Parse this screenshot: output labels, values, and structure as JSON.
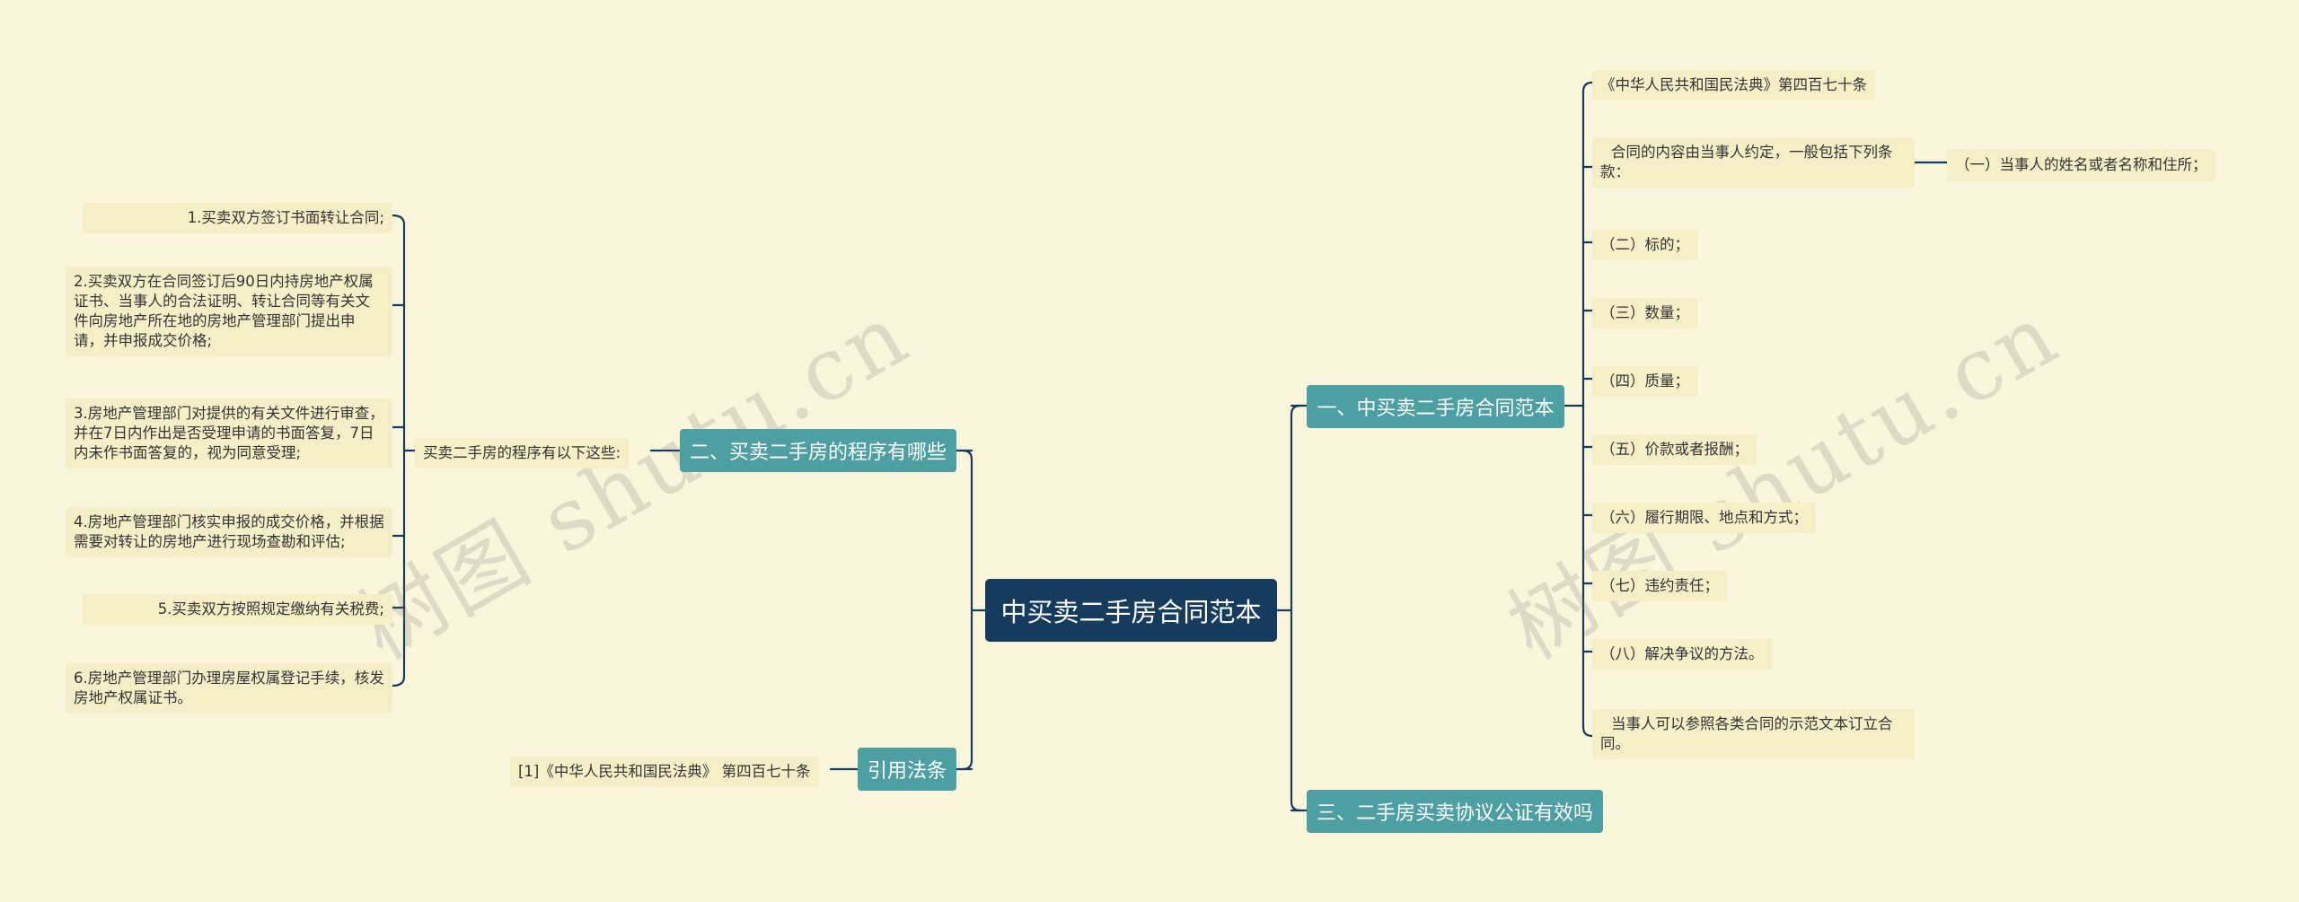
{
  "root": "中买卖二手房合同范本",
  "branches": {
    "contract_template": "一、中买卖二手房合同范本",
    "procedure": "二、买卖二手房的程序有哪些",
    "notarization": "三、二手房买卖协议公证有效吗",
    "citation": "引用法条"
  },
  "contract_items": {
    "civil_code": "《中华人民共和国民法典》第四百七十条",
    "content_intro": "合同的内容由当事人约定，一般包括下列条款：",
    "item1": "（一）当事人的姓名或者名称和住所；",
    "item2": "（二）标的；",
    "item3": "（三）数量；",
    "item4": "（四）质量；",
    "item5": "（五）价款或者报酬；",
    "item6": "（六）履行期限、地点和方式；",
    "item7": "（七）违约责任；",
    "item8": "（八）解决争议的方法。",
    "reference": "当事人可以参照各类合同的示范文本订立合同。"
  },
  "procedure_intro": "买卖二手房的程序有以下这些:",
  "procedure_steps": [
    "1.买卖双方签订书面转让合同;",
    "2.买卖双方在合同签订后90日内持房地产权属证书、当事人的合法证明、转让合同等有关文件向房地产所在地的房地产管理部门提出申请，并申报成交价格;",
    "3.房地产管理部门对提供的有关文件进行审查，并在7日内作出是否受理申请的书面答复，7日内未作书面答复的，视为同意受理;",
    "4.房地产管理部门核实申报的成交价格，并根据需要对转让的房地产进行现场查勘和评估;",
    "5.买卖双方按照规定缴纳有关税费;",
    "6.房地产管理部门办理房屋权属登记手续，核发房地产权属证书。"
  ],
  "citation_item": "[1]《中华人民共和国民法典》 第四百七十条",
  "watermark": "树图 shutu.cn",
  "colors": {
    "background": "#faf6dc",
    "root": "#173b5c",
    "branch": "#4e9fa2",
    "leaf": "#f5efc8",
    "line": "#173b5c"
  }
}
